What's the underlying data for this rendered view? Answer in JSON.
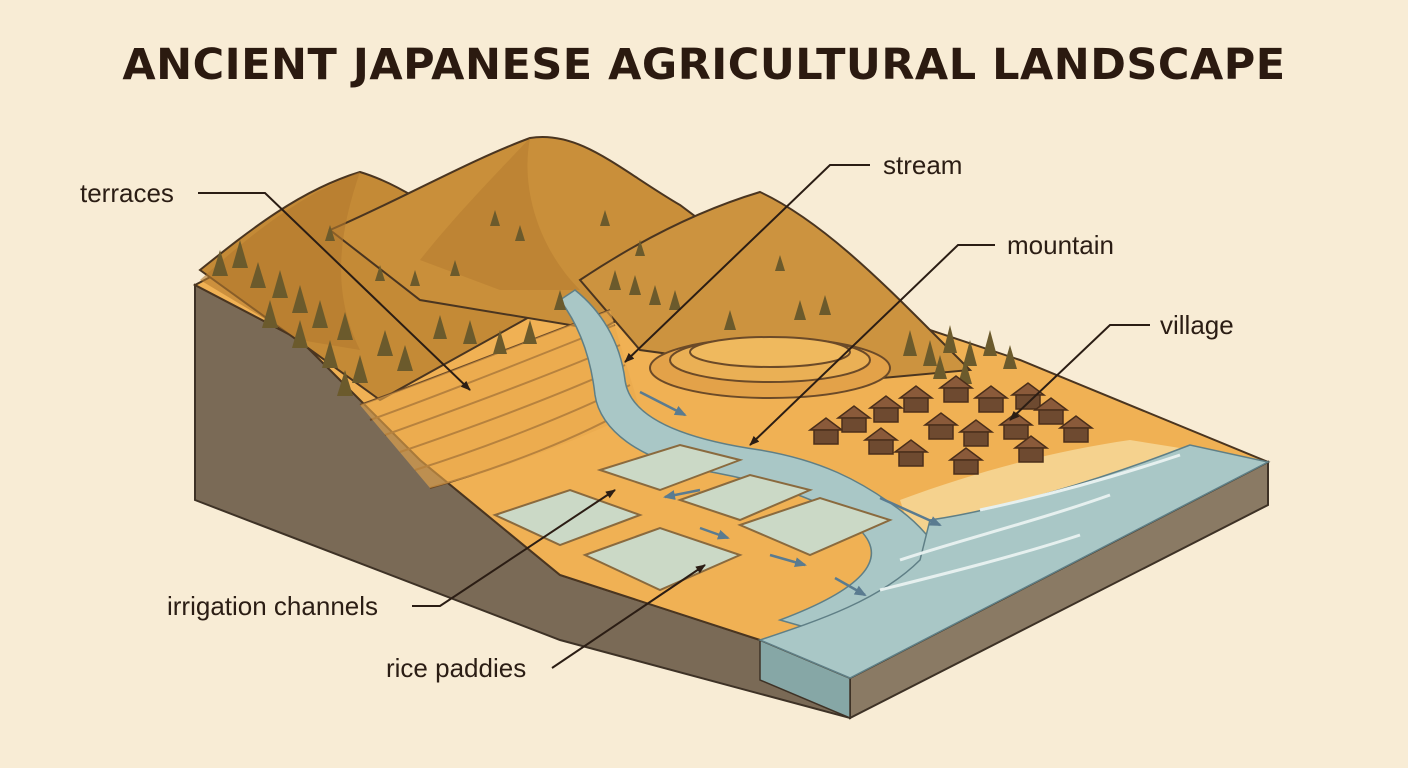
{
  "title": "ANCIENT JAPANESE AGRICULTURAL LANDSCAPE",
  "labels": {
    "terraces": "terraces",
    "stream": "stream",
    "mountain": "mountain",
    "village": "village",
    "irrigation_channels": "irrigation channels",
    "rice_paddies": "rice paddies"
  },
  "colors": {
    "background": "#f8ecd5",
    "mountain": "#c98f3a",
    "terrain": "#f0b154",
    "water": "#a9c7c6",
    "paddy": "#cbd9c6",
    "soil_side": "#7a6a56",
    "tree": "#6b5a2c",
    "house_roof": "#8a5a3a",
    "leader_line": "#2b1d14"
  }
}
